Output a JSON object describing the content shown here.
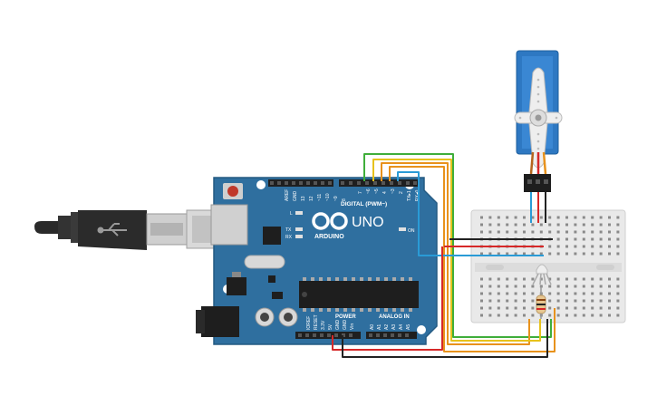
{
  "board": {
    "brand": "ARDUINO",
    "model": "UNO",
    "digital_header": "DIGITAL (PWM~)",
    "power_header": "POWER",
    "analog_header": "ANALOG IN",
    "on_label": "ON",
    "l_label": "L",
    "tx_label": "TX",
    "rx_label": "RX",
    "aref_label": "AREF",
    "gnd_label": "GND",
    "pin_13": "13",
    "pin_12": "12",
    "pin_11": "~11",
    "pin_10": "~10",
    "pin_9": "~9",
    "pin_8": "8",
    "pin_7": "7",
    "pin_6": "~6",
    "pin_5": "~5",
    "pin_4": "4",
    "pin_3": "~3",
    "pin_2": "2",
    "pin_tx1": "TX▸1",
    "pin_rx0": "RX◂0",
    "ioref": "IOREF",
    "reset": "RESET",
    "v33": "3.3V",
    "v5": "5V",
    "gnd1": "GND",
    "gnd2": "GND",
    "vin": "Vin",
    "a0": "A0",
    "a1": "A1",
    "a2": "A2",
    "a3": "A3",
    "a4": "A4",
    "a5": "A5"
  },
  "colors": {
    "board": "#2f6f9f",
    "wire_green": "#3fae3a",
    "wire_orange": "#e8921c",
    "wire_yellow": "#e7c21c",
    "wire_blue": "#2a9bd6",
    "wire_red": "#d62828",
    "wire_black": "#222222",
    "servo": "#2e78c2",
    "breadboard": "#e9e9e9"
  }
}
